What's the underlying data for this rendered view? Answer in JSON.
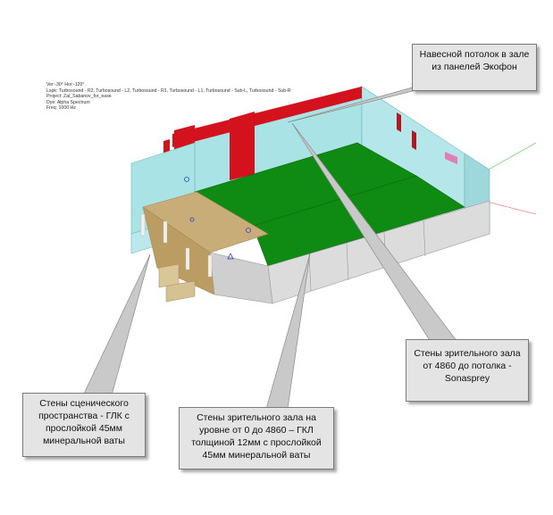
{
  "render_info": {
    "lines": [
      "Ver:-30°  Hor:-120°",
      "Lspk: Turbosound - R2, Turbosound - L2, Turbosound - R1, Turbosound - L1, Turbosound - Sub-L, Turbosound - Sub-R",
      "Project: Zal_Sabanov_for_ease",
      "Dye: Alpha Spectrum",
      "Freq: 1000 Hz"
    ]
  },
  "callouts": {
    "ceiling": {
      "lines": [
        "Навесной потолок в зале",
        "из панелей Экофон"
      ]
    },
    "hall_upper_walls": {
      "lines": [
        "Стены зрительного зала",
        "от 4860 до потолка -",
        "Sonasprey"
      ]
    },
    "stage_walls": {
      "lines": [
        "Стены сценического",
        "пространства - ГЛК с",
        "прослойкой 45мм",
        "минеральной ваты"
      ]
    },
    "hall_lower_walls": {
      "lines": [
        "Стены зрительного зала на",
        "уровне от 0 до 4860 – ГКЛ",
        "толщиной 12мм с прослойкой",
        "45мм минеральной ваты"
      ]
    }
  },
  "model_colors": {
    "wall_cyan": "#a9e3e6",
    "wall_red": "#d4121e",
    "floor_green": "#0f8a12",
    "stage_brown": "#c8ad78",
    "lower_wall_gray": "#dcdcdc",
    "callout_fill": "#e4e4e4"
  }
}
